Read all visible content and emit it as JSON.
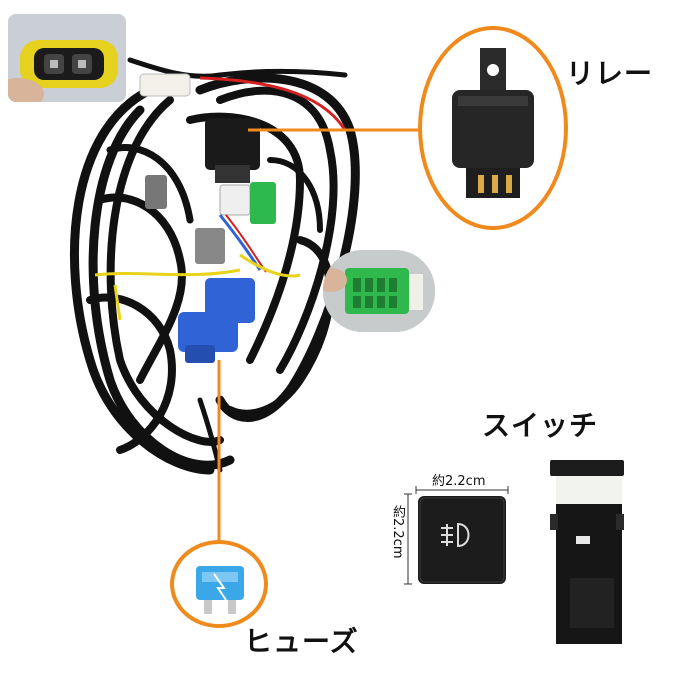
{
  "labels": {
    "relay": "リレー",
    "switch": "スイッチ",
    "fuse": "ヒューズ"
  },
  "dimensions": {
    "width": "約2.2cm",
    "height": "約2.2cm"
  },
  "colors": {
    "highlight_orange": "#f08a1c",
    "cable_black": "#111111",
    "connector_blue": "#2f63d6",
    "connector_green": "#2fb84c",
    "tie_yellow": "#e8d21a",
    "fuse_blue": "#3aa7e8"
  },
  "icons": {
    "switch_symbol": "fog-light-icon"
  }
}
